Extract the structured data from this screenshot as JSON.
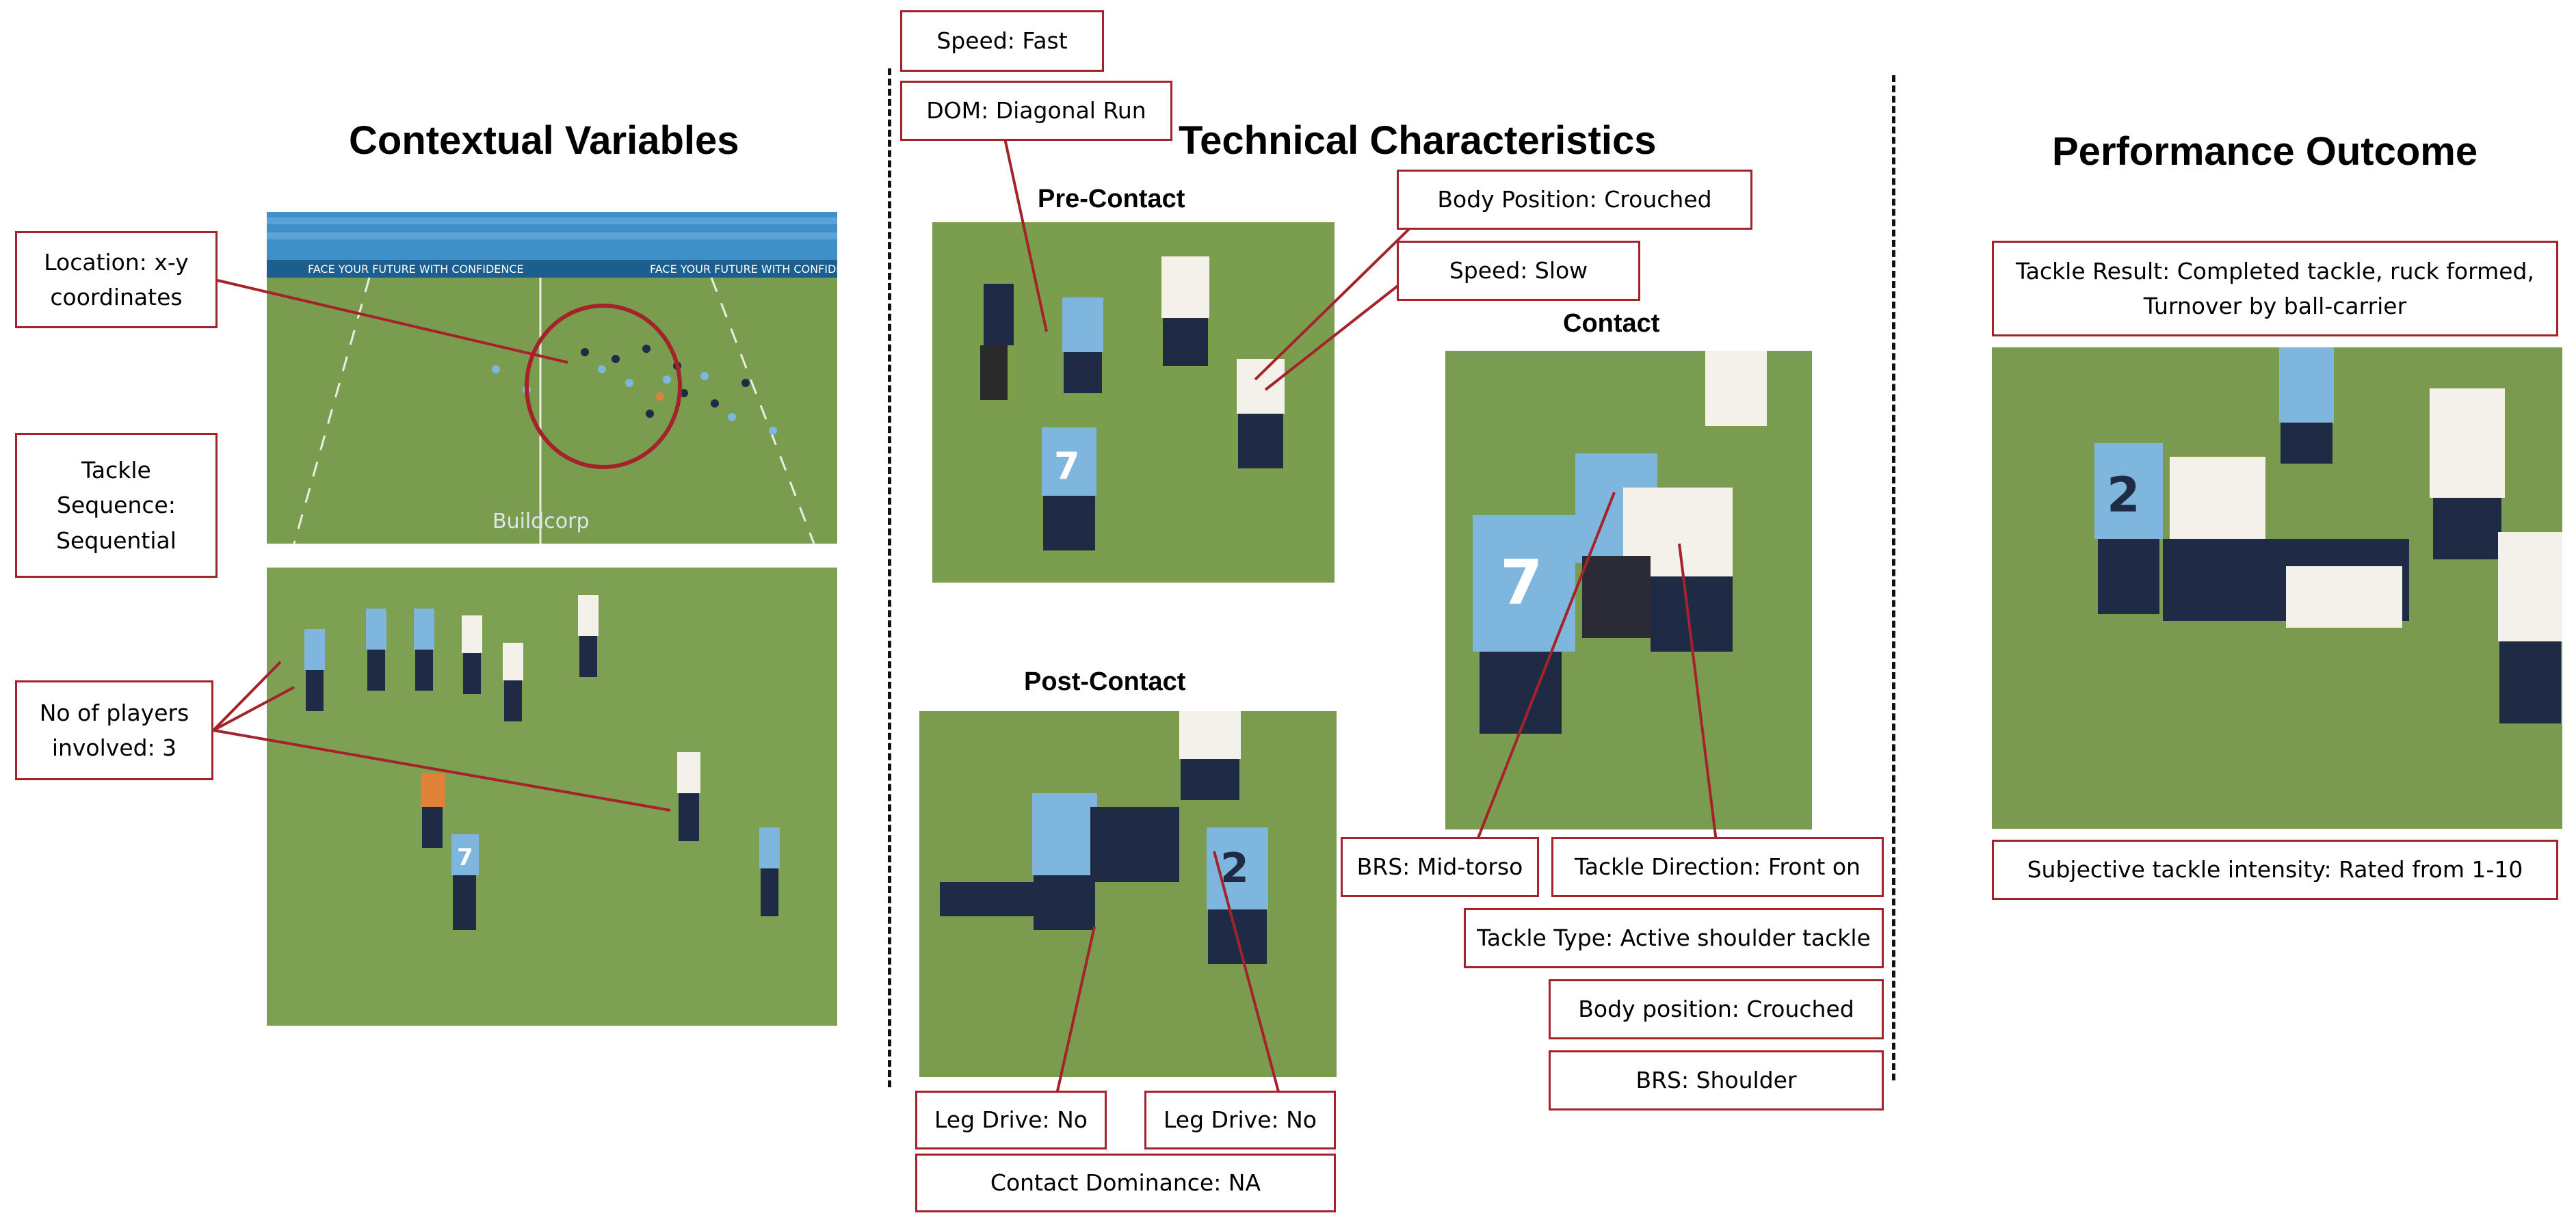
{
  "sections": {
    "contextual": "Contextual Variables",
    "technical": "Technical Characteristics",
    "outcome": "Performance Outcome"
  },
  "subheadings": {
    "pre_contact": "Pre-Contact",
    "contact": "Contact",
    "post_contact": "Post-Contact"
  },
  "labels": {
    "location": "Location: x-y\ncoordinates",
    "tackle_sequence": "Tackle\nSequence:\nSequential",
    "players_involved": "No of players\ninvolved: 3",
    "speed_fast": "Speed: Fast",
    "dom": "DOM: Diagonal Run",
    "body_position_crouched": "Body Position: Crouched",
    "speed_slow": "Speed: Slow",
    "leg_drive_1": "Leg Drive: No",
    "leg_drive_2": "Leg Drive: No",
    "contact_dominance": "Contact Dominance: NA",
    "brs_mid_torso": "BRS: Mid-torso",
    "tackle_direction": "Tackle Direction: Front on",
    "tackle_type": "Tackle Type: Active shoulder tackle",
    "body_position_lower": "Body position: Crouched",
    "brs_shoulder": "BRS: Shoulder",
    "tackle_result": "Tackle Result: Completed tackle, ruck formed,\nTurnover by ball-carrier",
    "subjective_intensity": "Subjective tackle intensity: Rated from 1-10"
  },
  "photo_text": {
    "banner": "FACE YOUR FUTURE WITH CONFIDENCE",
    "sponsor": "Buildcorp",
    "jersey_7": "7",
    "jersey_2": "2"
  },
  "colors": {
    "label_border": "#a4232b",
    "connector": "#a4232b",
    "grass": "#6f8e45",
    "stand_blue": "#3f8fc9",
    "sky_blue_jersey": "#7fb6de",
    "navy_jersey": "#1f2a44"
  }
}
